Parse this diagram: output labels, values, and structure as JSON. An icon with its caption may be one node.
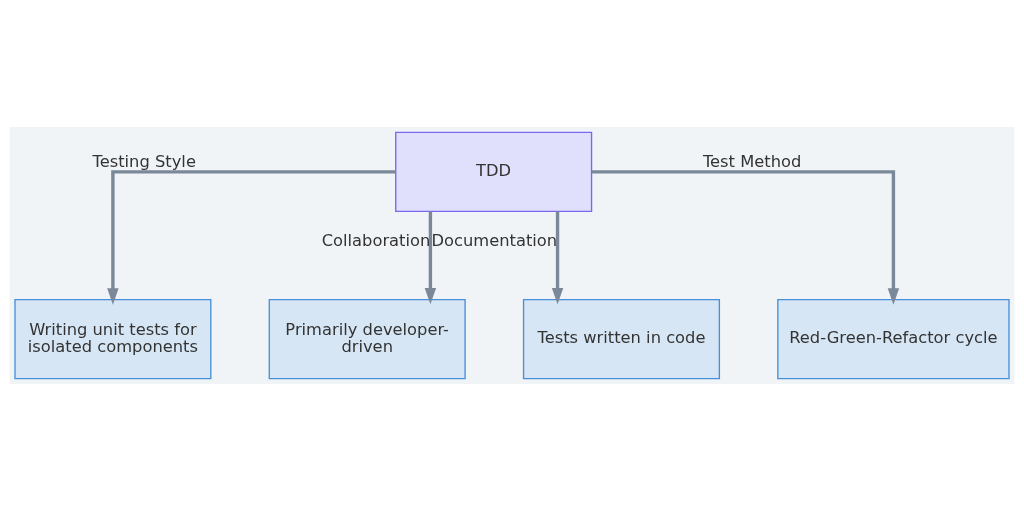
{
  "diagram": {
    "nodes": [
      {
        "text": [
          "TDD"
        ]
      },
      {
        "text": [
          "Writing unit tests for isolated components"
        ]
      },
      {
        "text": [
          "Primarily developer-driven"
        ]
      },
      {
        "text": [
          "Tests written in code"
        ]
      },
      {
        "text": [
          "Red-Green-Refactor cycle"
        ]
      }
    ],
    "edges": [
      {
        "from": 0,
        "to": 1,
        "arrow": "to",
        "label": "Testing Style"
      },
      {
        "from": 0,
        "to": 2,
        "arrow": "to",
        "label": "Collaboration"
      },
      {
        "from": 0,
        "to": 3,
        "arrow": "to",
        "label": "Documentation"
      },
      {
        "from": 0,
        "to": 4,
        "arrow": "to",
        "label": "Test Method"
      }
    ]
  }
}
